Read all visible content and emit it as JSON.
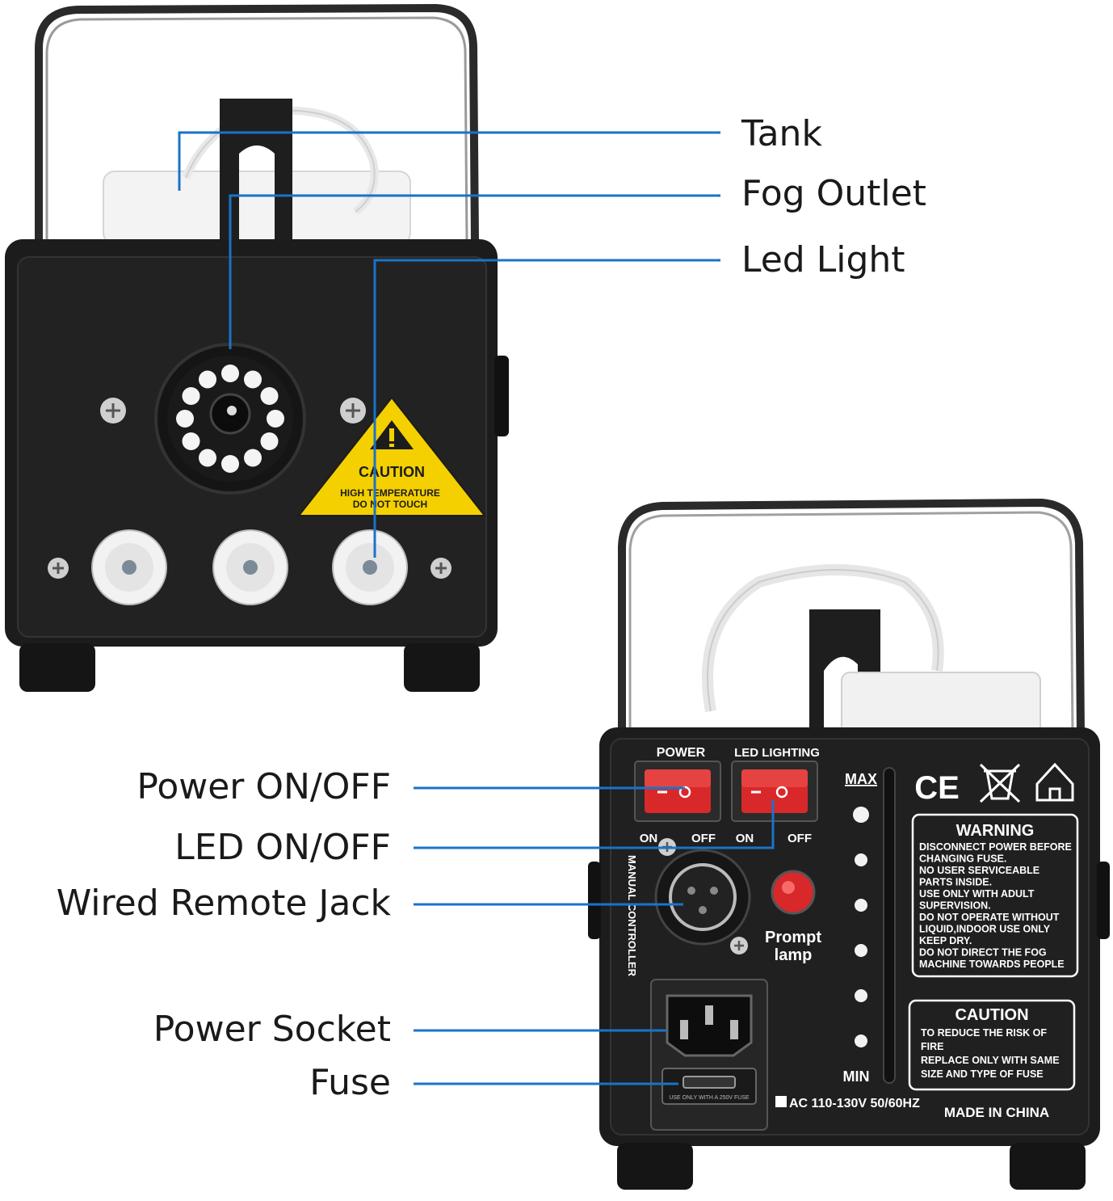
{
  "colors": {
    "leader": "#1a73c9",
    "body": "#1c1c1c",
    "panel": "#141414",
    "caution_yellow": "#f4d000",
    "switch_red": "#d9282a",
    "led_white": "#f2f2f2"
  },
  "front_callouts": [
    {
      "label": "Tank"
    },
    {
      "label": "Fog Outlet"
    },
    {
      "label": "Led Light"
    }
  ],
  "back_callouts": [
    {
      "label": "Power ON/OFF"
    },
    {
      "label": "LED ON/OFF"
    },
    {
      "label": "Wired Remote Jack"
    },
    {
      "label": "Power Socket"
    },
    {
      "label": "Fuse"
    }
  ],
  "front_panel": {
    "caution_title": "CAUTION",
    "caution_line1": "HIGH TEMPERATURE",
    "caution_line2": "DO NOT TOUCH"
  },
  "back_panel": {
    "power_label": "POWER",
    "led_lighting_label": "LED LIGHTING",
    "on1": "ON",
    "off1": "OFF",
    "on2": "ON",
    "off2": "OFF",
    "manual_controller": "MANUAL CONTROLLER",
    "prompt_lamp_1": "Prompt",
    "prompt_lamp_2": "lamp",
    "max": "MAX",
    "min": "MIN",
    "ce_mark": "CE",
    "voltage": "AC 110-130V 50/60HZ",
    "made_in": "MADE IN CHINA",
    "fuse_note": "USE ONLY WITH A 250V FUSE",
    "warning_title": "WARNING",
    "warning_lines": [
      "DISCONNECT POWER BEFORE",
      "CHANGING FUSE.",
      "NO USER SERVICEABLE",
      "PARTS INSIDE.",
      "USE ONLY  WITH ADULT",
      "SUPERVISION.",
      "DO NOT OPERATE WITHOUT",
      "LIQUID,INDOOR  USE ONLY",
      "KEEP DRY.",
      "DO NOT DIRECT THE FOG",
      "MACHINE TOWARDS PEOPLE"
    ],
    "caution_title": "CAUTION",
    "caution_lines": [
      "TO REDUCE THE RISK OF",
      "FIRE",
      "REPLACE ONLY WITH  SAME",
      "SIZE AND TYPE OF FUSE"
    ]
  }
}
